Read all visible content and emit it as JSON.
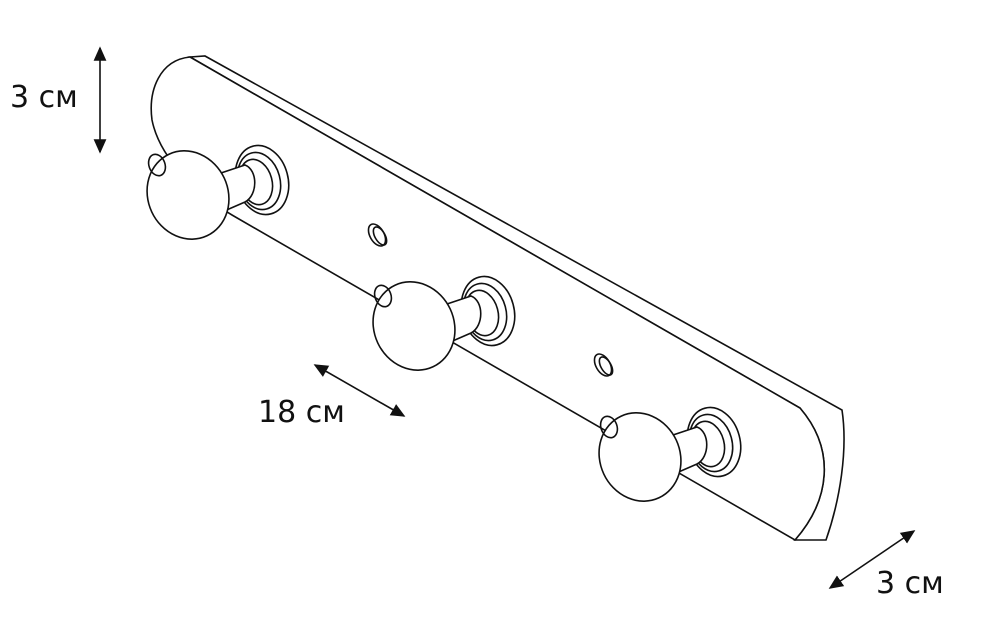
{
  "dimensions": {
    "height_label": "3 см",
    "spacing_label": "18 см",
    "depth_label": "3 см"
  },
  "colors": {
    "line": "#111111",
    "background": "#ffffff"
  }
}
